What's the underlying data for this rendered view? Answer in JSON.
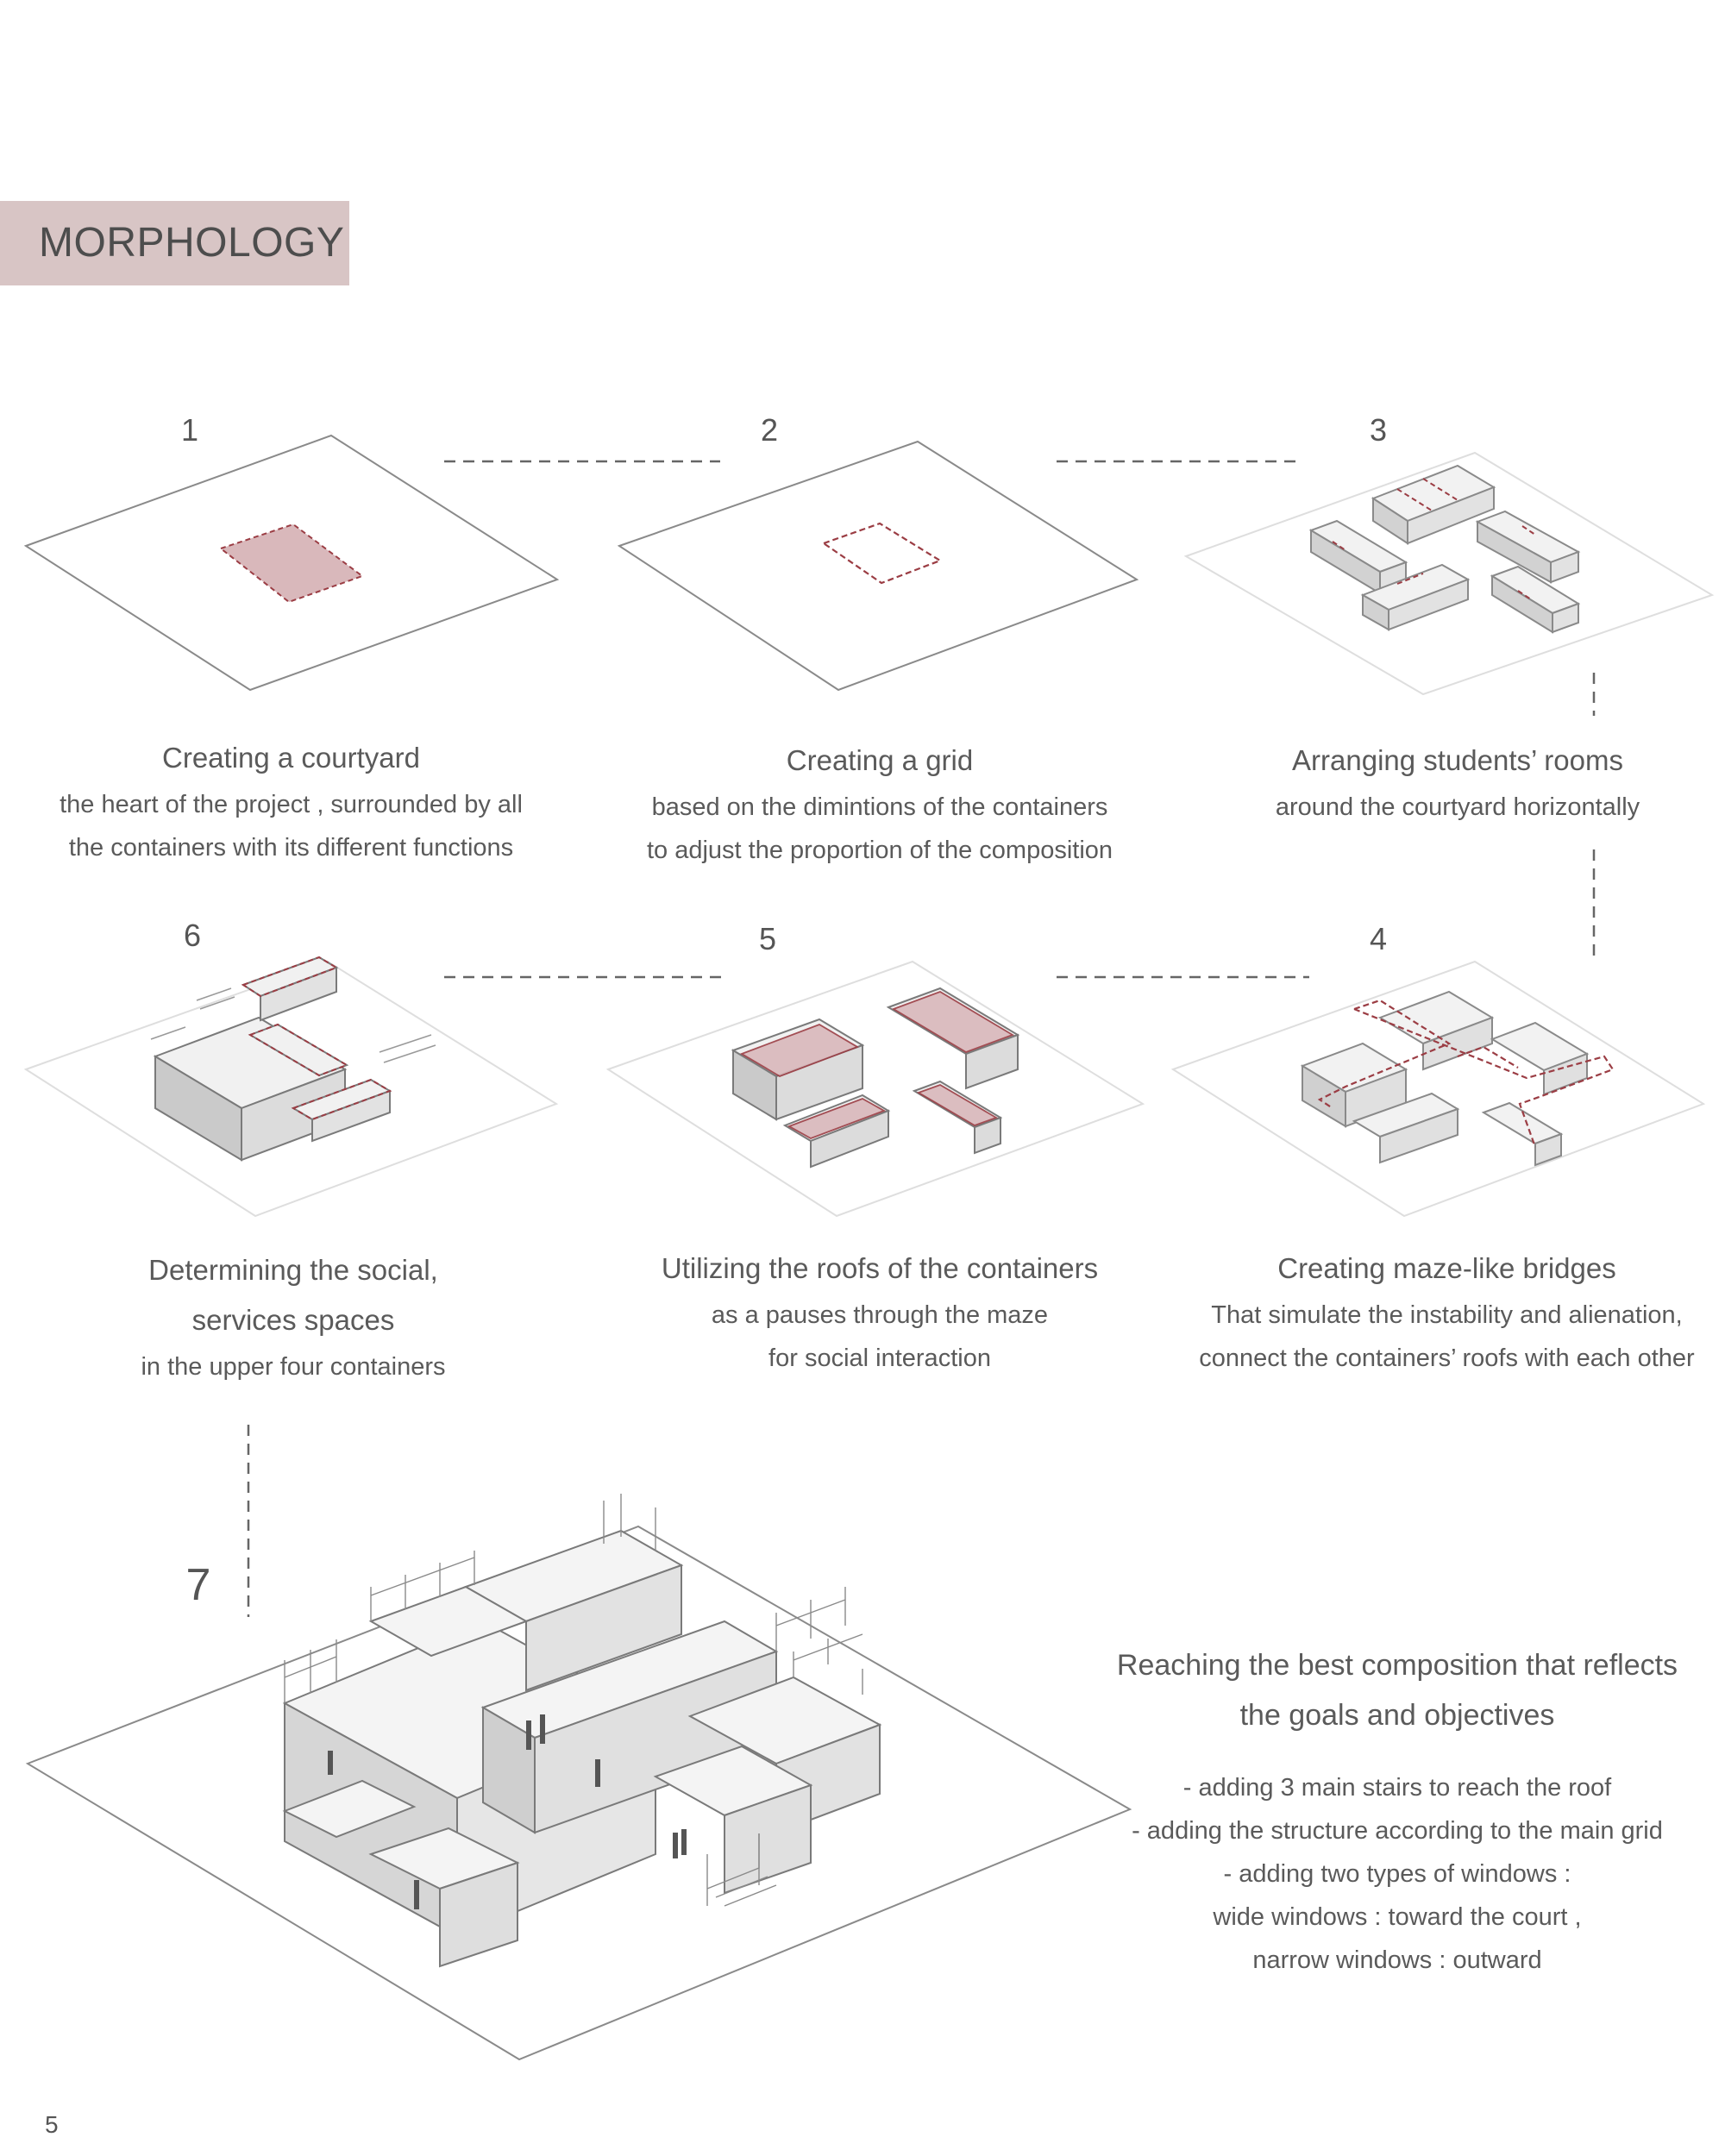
{
  "page": {
    "title": "MORPHOLOGY",
    "page_number": "5"
  },
  "colors": {
    "title_band": "#d8c5c5",
    "courtyard_fill": "#d9b8bb",
    "accent_dash": "#9b3d44",
    "grid": "#cfcfcf",
    "text": "#5a5a5a"
  },
  "steps": [
    {
      "number": "1",
      "title": "Creating a courtyard",
      "lines": [
        "the heart of the project , surrounded by all",
        "the containers with its different functions"
      ]
    },
    {
      "number": "2",
      "title": "Creating a grid",
      "lines": [
        "based on the dimintions of the containers",
        "to adjust the proportion of the composition"
      ]
    },
    {
      "number": "3",
      "title": "Arranging students’ rooms",
      "lines": [
        "around the courtyard horizontally"
      ]
    },
    {
      "number": "4",
      "title": "Creating maze-like bridges",
      "lines": [
        "That simulate the instability and alienation,",
        "connect the containers’ roofs with each other"
      ]
    },
    {
      "number": "5",
      "title": "Utilizing the roofs of the containers",
      "lines": [
        "as a pauses through the maze",
        "for social interaction"
      ]
    },
    {
      "number": "6",
      "title_lines": [
        "Determining the social,",
        "services spaces"
      ],
      "lines": [
        "in the upper four containers"
      ]
    },
    {
      "number": "7",
      "title_lines": [
        "Reaching the best composition that reflects",
        "the goals and objectives"
      ],
      "lines": [
        "- adding 3 main stairs to reach the roof",
        "- adding the structure according to the main grid",
        "- adding two types of windows :",
        "wide windows : toward the court ,",
        "narrow windows : outward"
      ]
    }
  ]
}
